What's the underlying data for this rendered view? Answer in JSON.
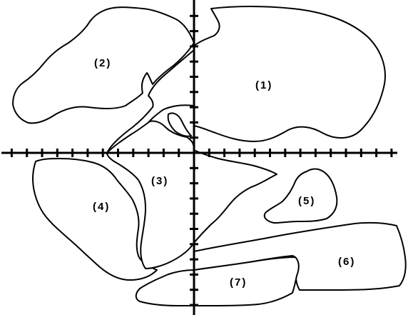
{
  "regions": [
    {
      "id": 1,
      "label": "(1)"
    },
    {
      "id": 2,
      "label": "(2)"
    },
    {
      "id": 3,
      "label": "(3)"
    },
    {
      "id": 4,
      "label": "(4)"
    },
    {
      "id": 5,
      "label": "(5)"
    },
    {
      "id": 6,
      "label": "(6)"
    },
    {
      "id": 7,
      "label": "(7)"
    }
  ],
  "colors": {
    "stroke": "#000000",
    "background": "#ffffff"
  }
}
